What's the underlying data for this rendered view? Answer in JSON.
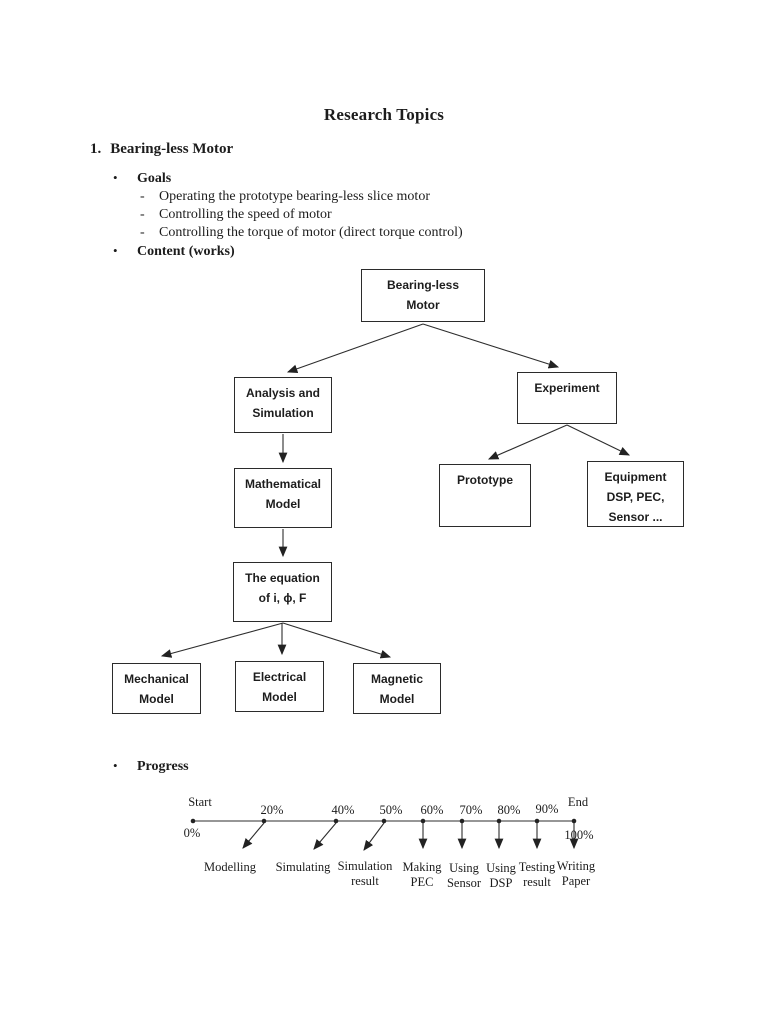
{
  "doc": {
    "title": "Research Topics",
    "section_number": "1.",
    "section_title": "Bearing-less Motor"
  },
  "markers": {
    "bullet": "•",
    "dash": "-"
  },
  "bullets": {
    "goals_label": "Goals",
    "content_label": "Content (works)",
    "progress_label": "Progress"
  },
  "goals": {
    "items": [
      "Operating the prototype bearing-less slice motor",
      "Controlling the speed of motor",
      "Controlling the torque of motor (direct torque control)"
    ]
  },
  "flowchart": {
    "boxes": {
      "bearing": "Bearing-less\nMotor",
      "analysis": "Analysis and\nSimulation",
      "experiment": "Experiment",
      "mathematical": "Mathematical\nModel",
      "prototype": "Prototype",
      "equipment": "Equipment\nDSP, PEC,\nSensor ...",
      "equation": "The equation\nof i, ϕ, F",
      "mechanical": "Mechanical\nModel",
      "electrical": "Electrical\nModel",
      "magnetic": "Magnetic\nModel"
    }
  },
  "timeline": {
    "top_labels": {
      "start": "Start",
      "p20": "20%",
      "p40": "40%",
      "p50": "50%",
      "p60": "60%",
      "p70": "70%",
      "p80": "80%",
      "p90": "90%",
      "end": "End"
    },
    "p0": "0%",
    "p100": "100%",
    "tasks": {
      "modelling": "Modelling",
      "simulating": "Simulating",
      "simulation_result": "Simulation\nresult",
      "making_pec": "Making\nPEC",
      "using_sensor": "Using\nSensor",
      "using_dsp": "Using\nDSP",
      "testing_result": "Testing\nresult",
      "writing_paper": "Writing\nPaper"
    }
  },
  "colors": {
    "ink": "#222222"
  }
}
